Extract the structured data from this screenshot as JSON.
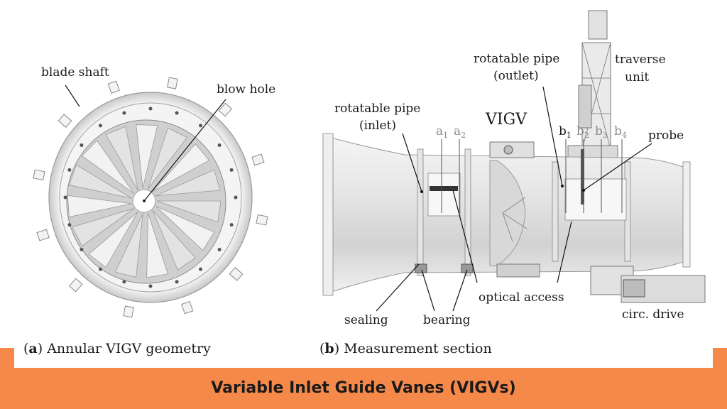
{
  "figure": {
    "left": {
      "labels": {
        "blade_shaft": "blade shaft",
        "blow_hole": "blow hole"
      },
      "caption_letter": "a",
      "caption_text": " Annular VIGV geometry"
    },
    "right": {
      "labels": {
        "rotatable_pipe_outlet_1": "rotatable pipe",
        "rotatable_pipe_outlet_2": "(outlet)",
        "traverse_unit_1": "traverse",
        "traverse_unit_2": "unit",
        "rotatable_pipe_inlet_1": "rotatable pipe",
        "rotatable_pipe_inlet_2": "(inlet)",
        "vigv": "VIGV",
        "probe": "probe",
        "optical_access": "optical access",
        "sealing": "sealing",
        "bearing": "bearing",
        "circ_drive": "circ. drive"
      },
      "stations": [
        {
          "base": "a",
          "sub": "1"
        },
        {
          "base": "a",
          "sub": "2"
        },
        {
          "base": "b",
          "sub": "1"
        },
        {
          "base": "b",
          "sub": "2"
        },
        {
          "base": "b",
          "sub": "3"
        },
        {
          "base": "b",
          "sub": "4"
        }
      ],
      "caption_letter": "b",
      "caption_text": " Measurement section"
    }
  },
  "banner": {
    "title": "Variable Inlet Guide Vanes (VIGVs)"
  },
  "colors": {
    "banner": "#f5894a"
  }
}
